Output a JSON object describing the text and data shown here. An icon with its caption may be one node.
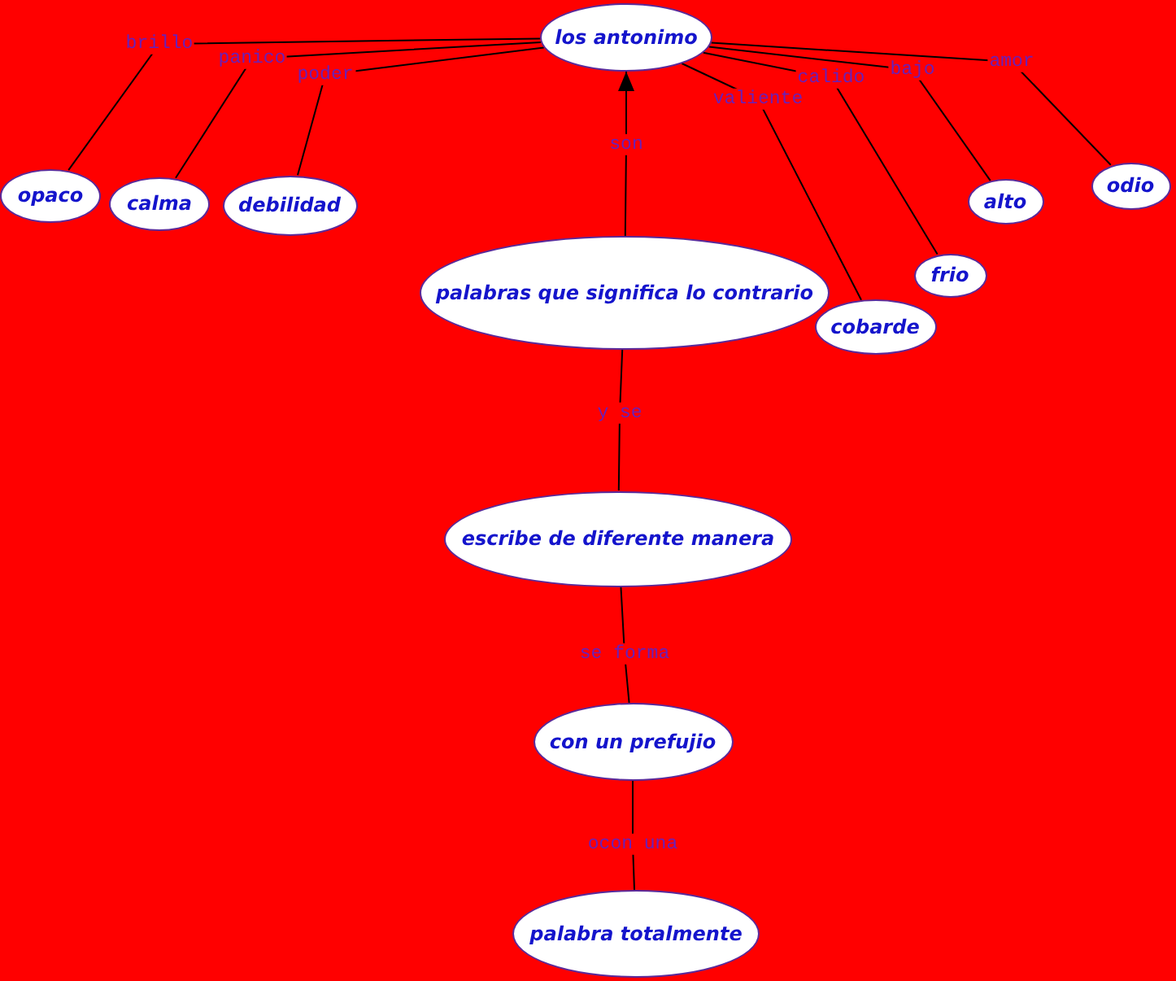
{
  "diagram": {
    "nodes": [
      {
        "text": [
          "los antonimo"
        ]
      },
      {
        "text": [
          "opaco"
        ]
      },
      {
        "text": [
          "calma"
        ]
      },
      {
        "text": [
          "debilidad"
        ]
      },
      {
        "text": [
          "alto"
        ]
      },
      {
        "text": [
          "odio"
        ]
      },
      {
        "text": [
          "frio"
        ]
      },
      {
        "text": [
          "palabras que significa lo contrario"
        ]
      },
      {
        "text": [
          "cobarde"
        ]
      },
      {
        "text": [
          "escribe de diferente manera"
        ]
      },
      {
        "text": [
          "con un prefujio"
        ]
      },
      {
        "text": [
          "palabra totalmente"
        ]
      }
    ],
    "edges": [
      {
        "from": 0,
        "to": 1,
        "arrow": "none",
        "label": "brillo"
      },
      {
        "from": 0,
        "to": 2,
        "arrow": "none",
        "label": "panico"
      },
      {
        "from": 0,
        "to": 3,
        "arrow": "none",
        "label": "poder"
      },
      {
        "from": 0,
        "to": 8,
        "arrow": "none",
        "label": "valiente"
      },
      {
        "from": 0,
        "to": 6,
        "arrow": "none",
        "label": "calido"
      },
      {
        "from": 0,
        "to": 4,
        "arrow": "none",
        "label": "bajo"
      },
      {
        "from": 0,
        "to": 5,
        "arrow": "none",
        "label": "amor"
      },
      {
        "from": 7,
        "to": 0,
        "arrow": "to",
        "label": "son"
      },
      {
        "from": 7,
        "to": 9,
        "arrow": "none",
        "label": "y se"
      },
      {
        "from": 9,
        "to": 10,
        "arrow": "none",
        "label": "se forma"
      },
      {
        "from": 10,
        "to": 11,
        "arrow": "none",
        "label": "ocon una"
      }
    ]
  }
}
